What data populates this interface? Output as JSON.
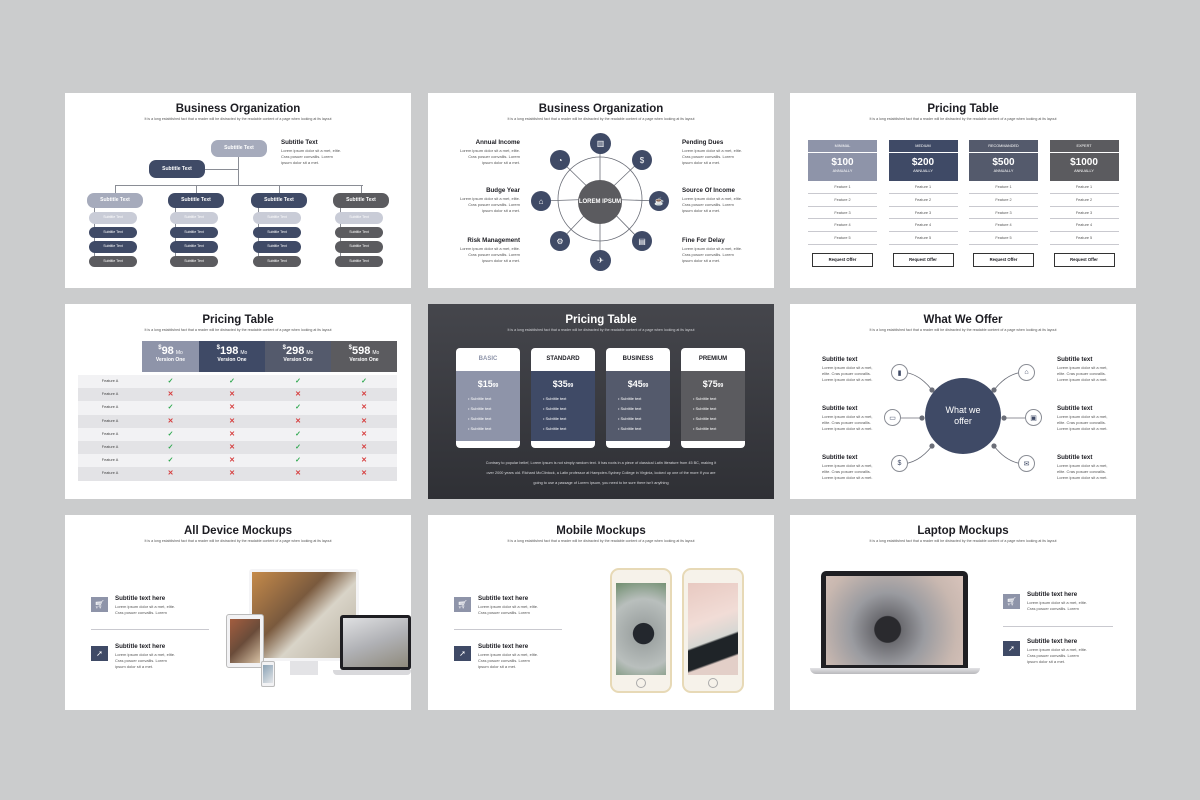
{
  "sub": "It is a long established fact that a reader will be distracted by the readable content of a page when looking at its layout",
  "lorem": [
    "Lorem ipsum dolor sit a met, elite.",
    "Cras posuer convallis. Lorem",
    "ipsum dolor sit a met."
  ],
  "lorem_short": [
    "Lorem ipsum dolor sit a met,",
    "elite. Cras posuer convallis.",
    "Lorem ipsum dolor sit a met."
  ],
  "slide1": {
    "title": "Business Organization",
    "top_pill": "Subtitle Text",
    "mid_pill": "Subtitle Text",
    "side_title": "Subtitle Text",
    "cols": [
      "Subtitle Text",
      "Subtitle Text",
      "Subtitle Text",
      "Subtitle Text"
    ],
    "item": "Subtitle Text"
  },
  "slide2": {
    "title": "Business Organization",
    "center": "LOREM IPSUM",
    "left": [
      "Annual Income",
      "Budge Year",
      "Risk Management"
    ],
    "right": [
      "Pending Dues",
      "Source Of Income",
      "Fine For Delay"
    ]
  },
  "slide3": {
    "title": "Pricing Table",
    "plans": [
      {
        "name": "MINIMAL",
        "price": "$100",
        "period": "ANNUALLY",
        "color": "#8e94a9"
      },
      {
        "name": "MEDIUM",
        "price": "$200",
        "period": "ANNUALLY",
        "color": "#3f4a66"
      },
      {
        "name": "RECOMMANDED",
        "price": "$500",
        "period": "ANNUALLY",
        "color": "#545a6c"
      },
      {
        "name": "EXPERT",
        "price": "$1000",
        "period": "ANNUALLY",
        "color": "#5b5b5f"
      }
    ],
    "features": [
      "Feature 1",
      "Feature 2",
      "Feature 3",
      "Feature 4",
      "Feature 5"
    ],
    "button": "Request Offer"
  },
  "slide4": {
    "title": "Pricing Table",
    "plans": [
      {
        "price": "98",
        "unit": "Mo",
        "label": "Version One",
        "color": "#8e94a9"
      },
      {
        "price": "198",
        "unit": "Mo",
        "label": "Version One",
        "color": "#3f4a66"
      },
      {
        "price": "298",
        "unit": "Mo",
        "label": "Version One",
        "color": "#545a6c"
      },
      {
        "price": "598",
        "unit": "Mo",
        "label": "Version One",
        "color": "#5b5b5f"
      }
    ],
    "currency": "$",
    "feature_label": "Feature A",
    "matrix": [
      [
        1,
        1,
        1,
        1
      ],
      [
        0,
        0,
        0,
        0
      ],
      [
        1,
        0,
        1,
        0
      ],
      [
        0,
        0,
        0,
        0
      ],
      [
        1,
        0,
        1,
        0
      ],
      [
        1,
        0,
        1,
        0
      ],
      [
        1,
        0,
        1,
        0
      ],
      [
        0,
        0,
        0,
        0
      ]
    ],
    "check": "✓",
    "cross": "✕"
  },
  "slide5": {
    "title": "Pricing Table",
    "cards": [
      {
        "name": "BASIC",
        "price": "$15",
        "cents": "99",
        "color": "#8e94a9",
        "name_color": "#8e94a9"
      },
      {
        "name": "STANDARD",
        "price": "$35",
        "cents": "99",
        "color": "#3f4a66",
        "name_color": "#1c1c22"
      },
      {
        "name": "BUSINESS",
        "price": "$45",
        "cents": "99",
        "color": "#545a6c",
        "name_color": "#1c1c22"
      },
      {
        "name": "PREMIUM",
        "price": "$75",
        "cents": "99",
        "color": "#5b5b5f",
        "name_color": "#1c1c22"
      }
    ],
    "bullet": "Subtitle text",
    "para": [
      "Contrary to popular belief, Lorem Ipsum is not simply random text. It has roots in a piece of classical Latin literature from 45 BC, making it",
      "over 2000 years old. Richard McClintock, a Latin professor at Hampden-Sydney College in Virginia, looked up one of the more If you are",
      "going to use a passage of Lorem Ipsum, you need to be sure there isn't anything"
    ]
  },
  "slide6": {
    "title": "What We Offer",
    "center": "What we offer",
    "item": "Subtitle text"
  },
  "slide7": {
    "title": "All Device Mockups",
    "item": "Subtitle text here"
  },
  "slide8": {
    "title": "Mobile Mockups",
    "item": "Subtitle text here"
  },
  "slide9": {
    "title": "Laptop Mockups",
    "item": "Subtitle text here"
  },
  "colors": {
    "navy": "#3f4a66",
    "slate": "#8e94a9",
    "grey": "#5b5b5f",
    "check": "#2fa84f",
    "cross": "#d63a3a"
  }
}
